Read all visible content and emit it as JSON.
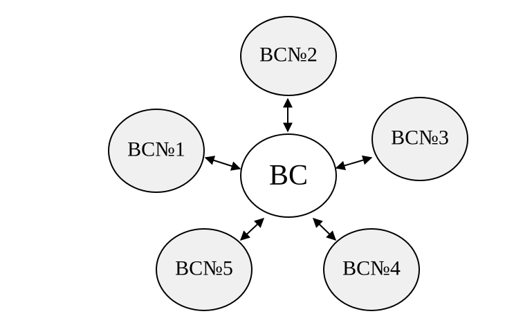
{
  "diagram": {
    "center": {
      "label": "ВС",
      "fill": "#ffffff"
    },
    "satellites": [
      {
        "id": "vsn2",
        "label": "ВС№2",
        "fill": "#f0f0f0"
      },
      {
        "id": "vsn1",
        "label": "ВС№1",
        "fill": "#f0f0f0"
      },
      {
        "id": "vsn3",
        "label": "ВС№3",
        "fill": "#f0f0f0"
      },
      {
        "id": "vsn5",
        "label": "ВС№5",
        "fill": "#f0f0f0"
      },
      {
        "id": "vsn4",
        "label": "ВС№4",
        "fill": "#f0f0f0"
      }
    ],
    "links": [
      {
        "from": "center",
        "to": "vsn2",
        "arrows": "both"
      },
      {
        "from": "center",
        "to": "vsn1",
        "arrows": "both"
      },
      {
        "from": "center",
        "to": "vsn3",
        "arrows": "both"
      },
      {
        "from": "center",
        "to": "vsn5",
        "arrows": "both"
      },
      {
        "from": "center",
        "to": "vsn4",
        "arrows": "both"
      }
    ],
    "line_color": "#000000"
  }
}
